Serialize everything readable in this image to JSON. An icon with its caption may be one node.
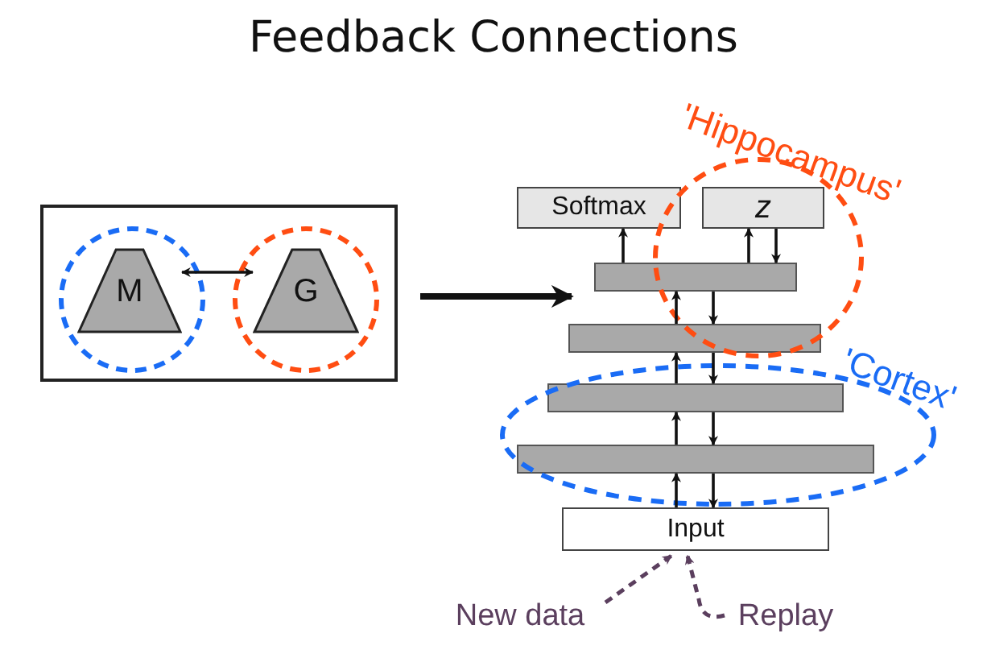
{
  "diagram": {
    "title": "Feedback Connections",
    "nodes": [
      {
        "text": [],
        "shape": "box"
      },
      {
        "text": [
          "M"
        ],
        "in": 0
      },
      {
        "text": [
          "G"
        ],
        "in": 0
      },
      {
        "text": [
          "Softmax"
        ]
      },
      {
        "text": [
          "z"
        ]
      },
      {
        "text": [],
        "shape": "bar"
      },
      {
        "text": [],
        "shape": "bar"
      },
      {
        "text": [],
        "shape": "bar"
      },
      {
        "text": [],
        "shape": "bar"
      },
      {
        "text": [
          "Input"
        ]
      },
      {
        "text": [
          "New data"
        ]
      },
      {
        "text": [
          "Replay"
        ]
      }
    ],
    "edges": [
      {
        "from": 1,
        "to": 2,
        "arrow": "both"
      },
      {
        "from": 0,
        "to": 5,
        "arrow": "to",
        "style": "thick"
      },
      {
        "from": 5,
        "to": 3,
        "arrow": "to"
      },
      {
        "from": 5,
        "to": 4,
        "arrow": "to"
      },
      {
        "from": 4,
        "to": 5,
        "arrow": "to"
      },
      {
        "from": 6,
        "to": 5,
        "arrow": "to"
      },
      {
        "from": 5,
        "to": 6,
        "arrow": "to"
      },
      {
        "from": 7,
        "to": 6,
        "arrow": "to"
      },
      {
        "from": 6,
        "to": 7,
        "arrow": "to"
      },
      {
        "from": 8,
        "to": 7,
        "arrow": "to"
      },
      {
        "from": 7,
        "to": 8,
        "arrow": "to"
      },
      {
        "from": 9,
        "to": 8,
        "arrow": "to"
      },
      {
        "from": 8,
        "to": 9,
        "arrow": "to"
      },
      {
        "from": 10,
        "to": 9,
        "arrow": "to",
        "style": "dashed",
        "color": "#5b3f5e"
      },
      {
        "from": 11,
        "to": 9,
        "arrow": "to",
        "style": "dashed",
        "color": "#5b3f5e"
      }
    ],
    "labels": [
      "'Hippocampus'",
      "'Cortex'"
    ]
  }
}
